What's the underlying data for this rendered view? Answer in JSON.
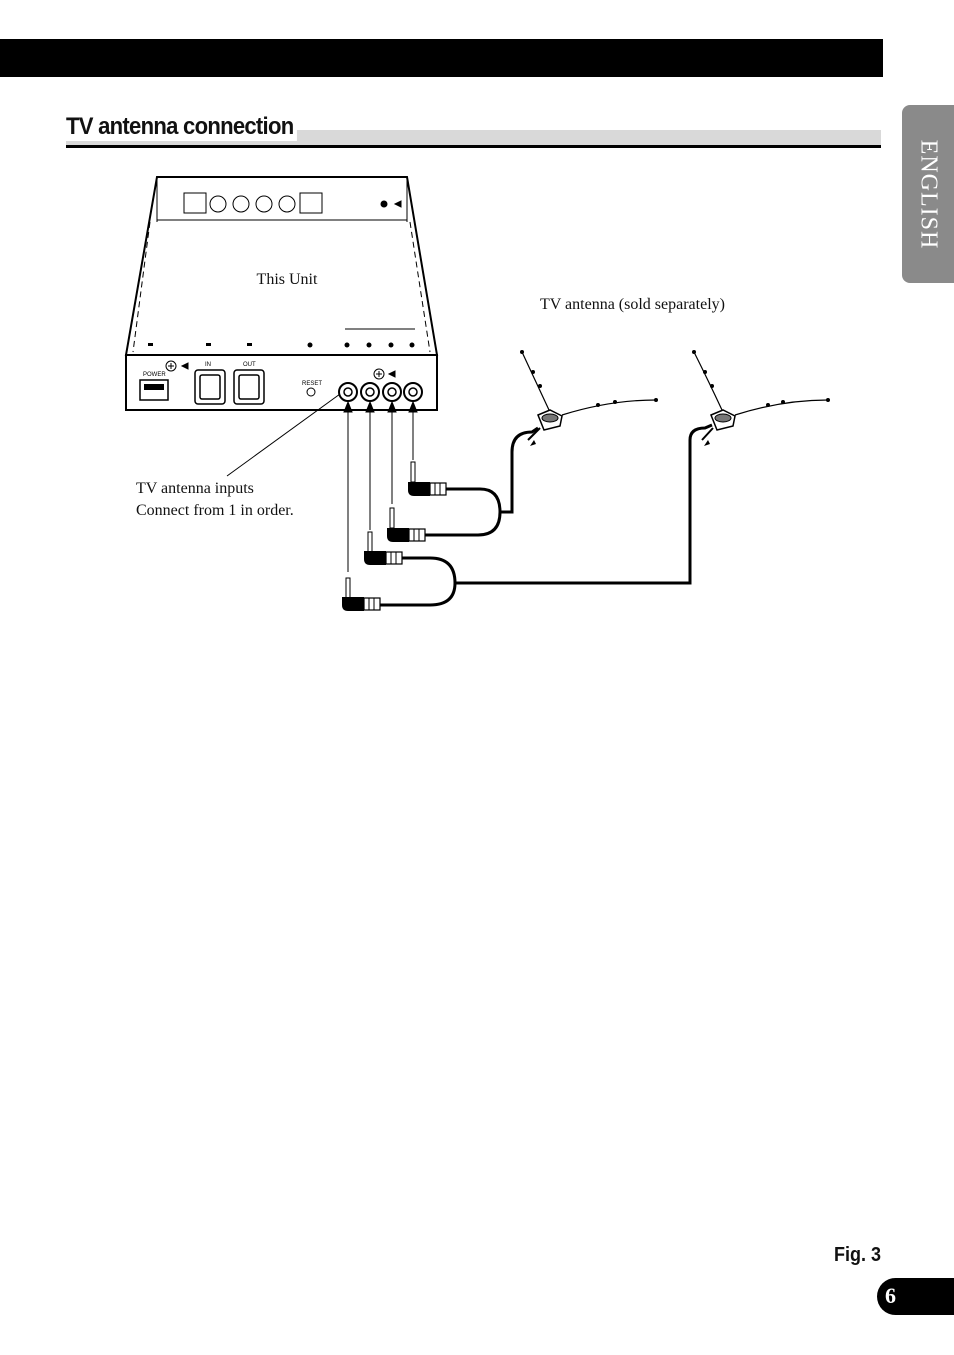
{
  "side_tab": {
    "label": "ENGLISH"
  },
  "section": {
    "title": "TV antenna connection"
  },
  "figure": {
    "unit_label": "This Unit",
    "antenna_label": "TV antenna (sold separately)",
    "inputs_label_line1": "TV antenna inputs",
    "inputs_label_line2": "Connect from 1 in order.",
    "panel_power_label": "POWER",
    "panel_in_label": "IN",
    "panel_out_label": "OUT",
    "panel_reset_label": "RESET"
  },
  "caption": "Fig. 3",
  "page_number": "6"
}
